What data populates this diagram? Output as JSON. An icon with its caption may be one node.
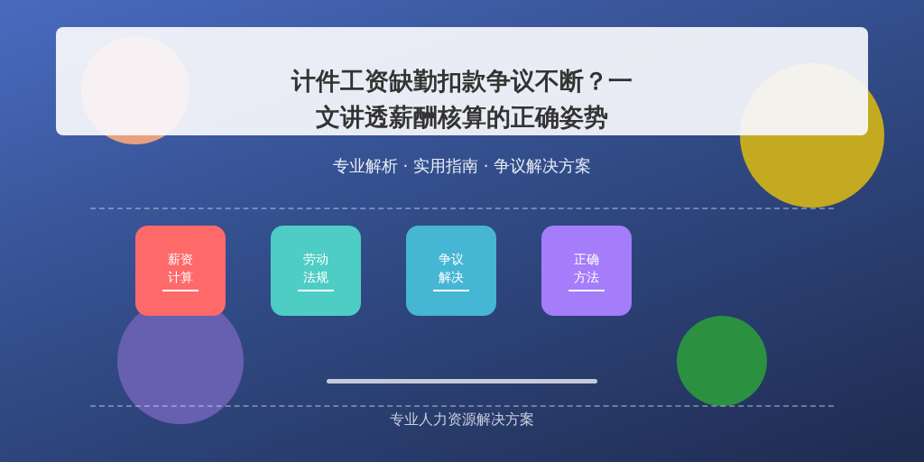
{
  "diagram": {
    "title": "计件工资缺勤扣款争议不断？一文讲透薪酬核算的正确姿势",
    "nodes": [
      {
        "text": [
          "薪资计算"
        ]
      },
      {
        "text": [
          "劳动法规"
        ]
      },
      {
        "text": [
          "争议解决"
        ]
      },
      {
        "text": [
          "正确方法"
        ]
      }
    ],
    "labels": [
      "专业解析 · 实用指南 · 争议解决方案",
      "专业人力资源解决方案"
    ]
  }
}
